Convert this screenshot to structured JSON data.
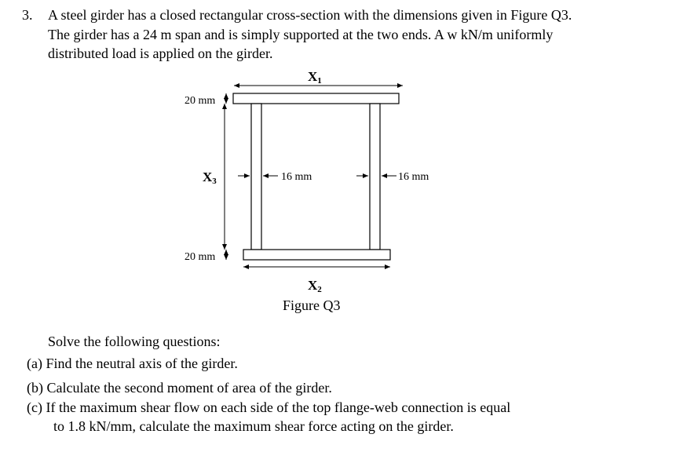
{
  "question": {
    "number": "3.",
    "lines": [
      "A steel girder has a closed rectangular cross-section with the dimensions given in Figure Q3.",
      "The girder has a 24 m span and is simply supported at the two ends. A w kN/m uniformly",
      "distributed load is applied on the girder."
    ]
  },
  "figure": {
    "label_top": "X",
    "label_top_sub": "1",
    "label_bottom": "X",
    "label_bottom_sub": "2",
    "label_side": "X",
    "label_side_sub": "3",
    "dim_top_flange": "20 mm",
    "dim_bottom_flange": "20 mm",
    "dim_left_web": "16 mm",
    "dim_right_web": "16 mm",
    "caption": "Figure Q3"
  },
  "tasks": {
    "intro": "Solve the following questions:",
    "a": "(a) Find the neutral axis of the girder.",
    "b": "(b) Calculate the second moment of area of the girder.",
    "c_line1": "(c) If the maximum shear flow on each side of the top flange-web connection is equal",
    "c_line2": "to 1.8 kN/mm, calculate the maximum shear force acting on the girder."
  }
}
